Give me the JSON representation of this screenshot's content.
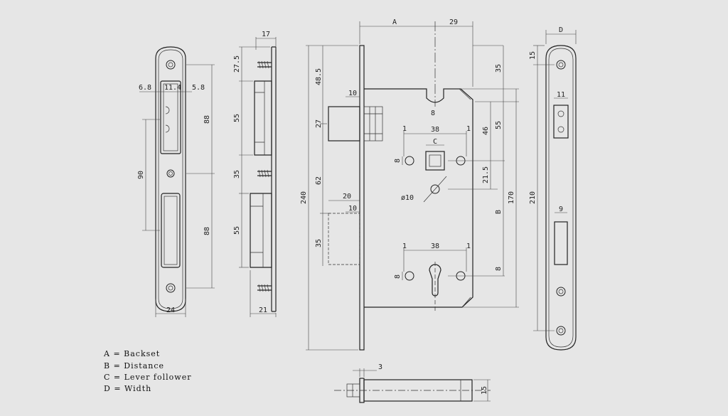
{
  "colors": {
    "background": "#e6e6e6",
    "line": "#222222"
  },
  "dims": {
    "d6_8": "6.8",
    "d11_4": "11.4",
    "d5_8": "5.8",
    "d88a": "88",
    "d88b": "88",
    "d90": "90",
    "d24": "24",
    "d17": "17",
    "d27_5": "27.5",
    "d55a": "55",
    "d35a": "35",
    "d55b": "55",
    "d21": "21",
    "dA": "A",
    "d29": "29",
    "d48_5": "48.5",
    "d10a": "10",
    "d27": "27",
    "d35b": "35",
    "d8a": "8",
    "d46": "46",
    "d55c": "55",
    "d1a": "1",
    "d38a": "38",
    "d1b": "1",
    "dC": "C",
    "d8b": "8",
    "d21_5": "21.5",
    "d62": "62",
    "d240": "240",
    "dphi10": "ø10",
    "d20": "20",
    "d10b": "10",
    "dB": "B",
    "d170": "170",
    "d35c": "35",
    "d1c": "1",
    "d38b": "38",
    "d1d": "1",
    "d8c": "8",
    "d8d": "8",
    "dD": "D",
    "d15a": "15",
    "d11": "11",
    "d210": "210",
    "d9": "9",
    "d3": "3",
    "d15b": "15"
  },
  "legend": [
    "A = Backset",
    "B = Distance",
    "C = Lever follower",
    "D = Width"
  ]
}
